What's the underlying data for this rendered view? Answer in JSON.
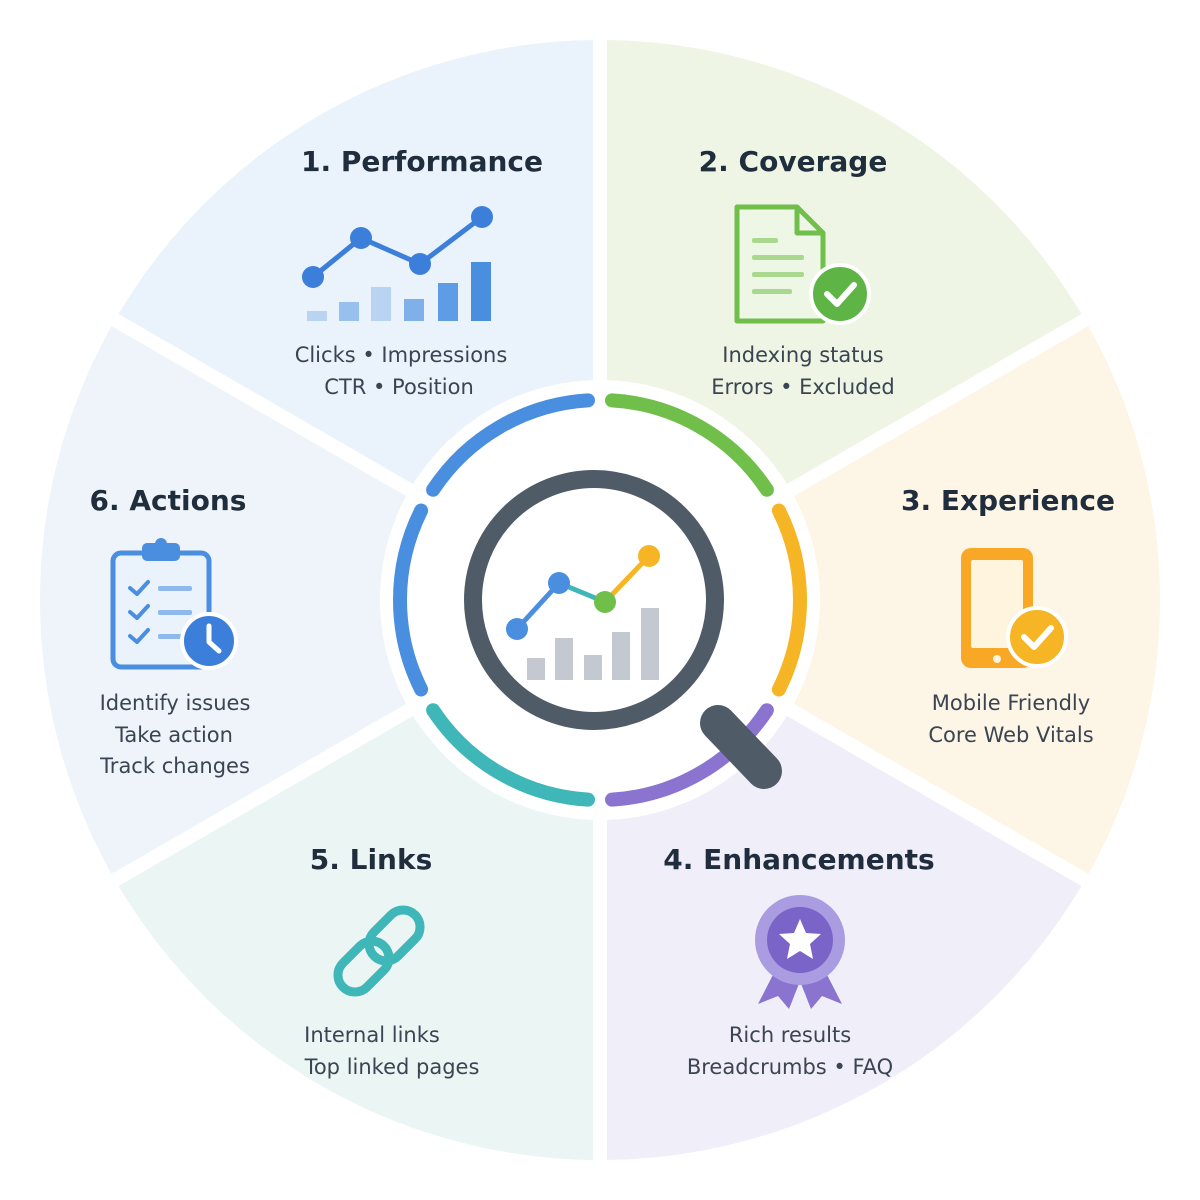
{
  "segments": [
    {
      "id": "performance",
      "title": "1. Performance",
      "lines": [
        "Clicks • Impressions",
        "CTR • Position"
      ],
      "icon": "line-bar-chart-icon",
      "color": "#4a8ee0",
      "fill": "#eaf2fb"
    },
    {
      "id": "coverage",
      "title": "2. Coverage",
      "lines": [
        "Indexing status",
        "Errors • Excluded"
      ],
      "icon": "document-check-icon",
      "color": "#6fbf4a",
      "fill": "#eef5e4"
    },
    {
      "id": "experience",
      "title": "3. Experience",
      "lines": [
        "Mobile Friendly",
        "Core Web Vitals"
      ],
      "icon": "mobile-check-icon",
      "color": "#f5b524",
      "fill": "#fdf5e6"
    },
    {
      "id": "enhancements",
      "title": "4. Enhancements",
      "lines": [
        "Rich results",
        "Breadcrumbs • FAQ"
      ],
      "icon": "award-badge-icon",
      "color": "#8a74d0",
      "fill": "#f0eef9"
    },
    {
      "id": "links",
      "title": "5. Links",
      "lines": [
        "Internal links",
        "Top linked pages"
      ],
      "icon": "chain-link-icon",
      "color": "#3fb6b8",
      "fill": "#eaf5f4"
    },
    {
      "id": "actions",
      "title": "6. Actions",
      "lines": [
        "Identify issues",
        "Take action",
        "Track changes"
      ],
      "icon": "clipboard-checklist-icon",
      "color": "#4a8ee0",
      "fill": "#eef4f9"
    }
  ],
  "center": {
    "icon": "magnifier-analytics-icon"
  }
}
